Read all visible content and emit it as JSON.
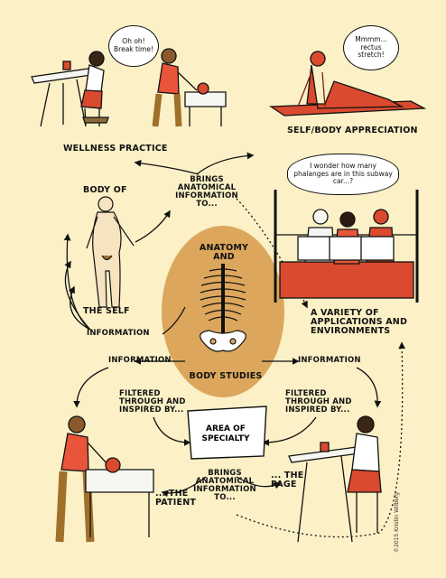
{
  "bubbles": {
    "break_time": "Oh oh! Break time!",
    "rectus": "Mmmm... rectus stretch!",
    "phalanges": "I wonder how many phalanges are in this subway car...?"
  },
  "labels": {
    "wellness_practice": "Wellness Practice",
    "self_body_appreciation": "Self/Body Appreciation",
    "brings_top": "Brings anatomical information to...",
    "body_of": "Body of",
    "the_self": "The Self",
    "information_left": "Information",
    "anatomy_and": "Anatomy and",
    "body_studies": "Body Studies",
    "variety": "A variety of applications and environments",
    "information_lower_left": "Information",
    "information_lower_right": "Information",
    "filtered_left": "Filtered through and inspired by...",
    "filtered_right": "Filtered through and inspired by...",
    "area_of_specialty": "Area of Specialty",
    "brings_bottom": "Brings anatomical information to...",
    "the_patient": "... The Patient",
    "the_page": "... The Page"
  },
  "credit": "©2015 Kristin Wilberg",
  "colors": {
    "background": "#fbf0c6",
    "center_oval": "#dca75c",
    "muscle_red": "#d94a2e",
    "shirt_orange": "#e8553a",
    "pants_brown": "#a0702a",
    "ink": "#111111"
  }
}
